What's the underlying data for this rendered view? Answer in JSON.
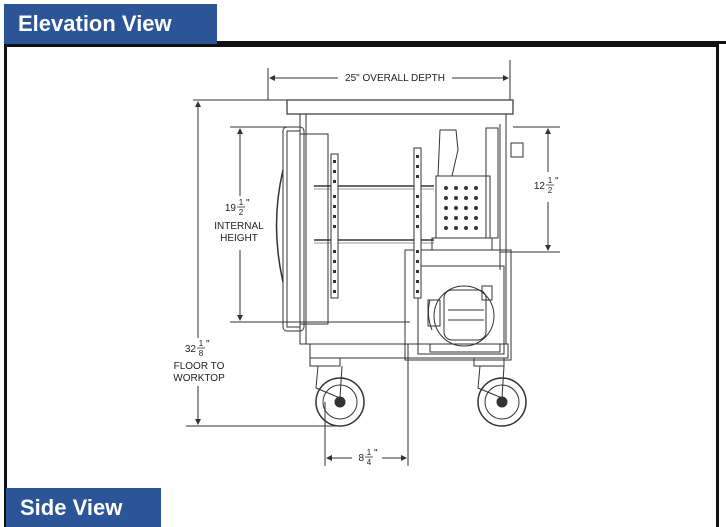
{
  "headers": {
    "elevation": "Elevation View",
    "side": "Side View"
  },
  "dims": {
    "depth": "25\" OVERALL DEPTH",
    "internal_whole": "19",
    "internal_num": "1",
    "internal_den": "2",
    "internal_inch": "\"",
    "internal_l1": "INTERNAL",
    "internal_l2": "HEIGHT",
    "side_whole": "12",
    "side_num": "1",
    "side_den": "2",
    "side_inch": "\"",
    "floor_whole": "32",
    "floor_num": "1",
    "floor_den": "8",
    "floor_inch": "\"",
    "floor_l1": "FLOOR TO",
    "floor_l2": "WORKTOP",
    "caster_whole": "8",
    "caster_num": "1",
    "caster_den": "4",
    "caster_inch": "\""
  },
  "colors": {
    "header_bg": "#2b5597",
    "header_text": "#ffffff",
    "line": "#333333"
  }
}
